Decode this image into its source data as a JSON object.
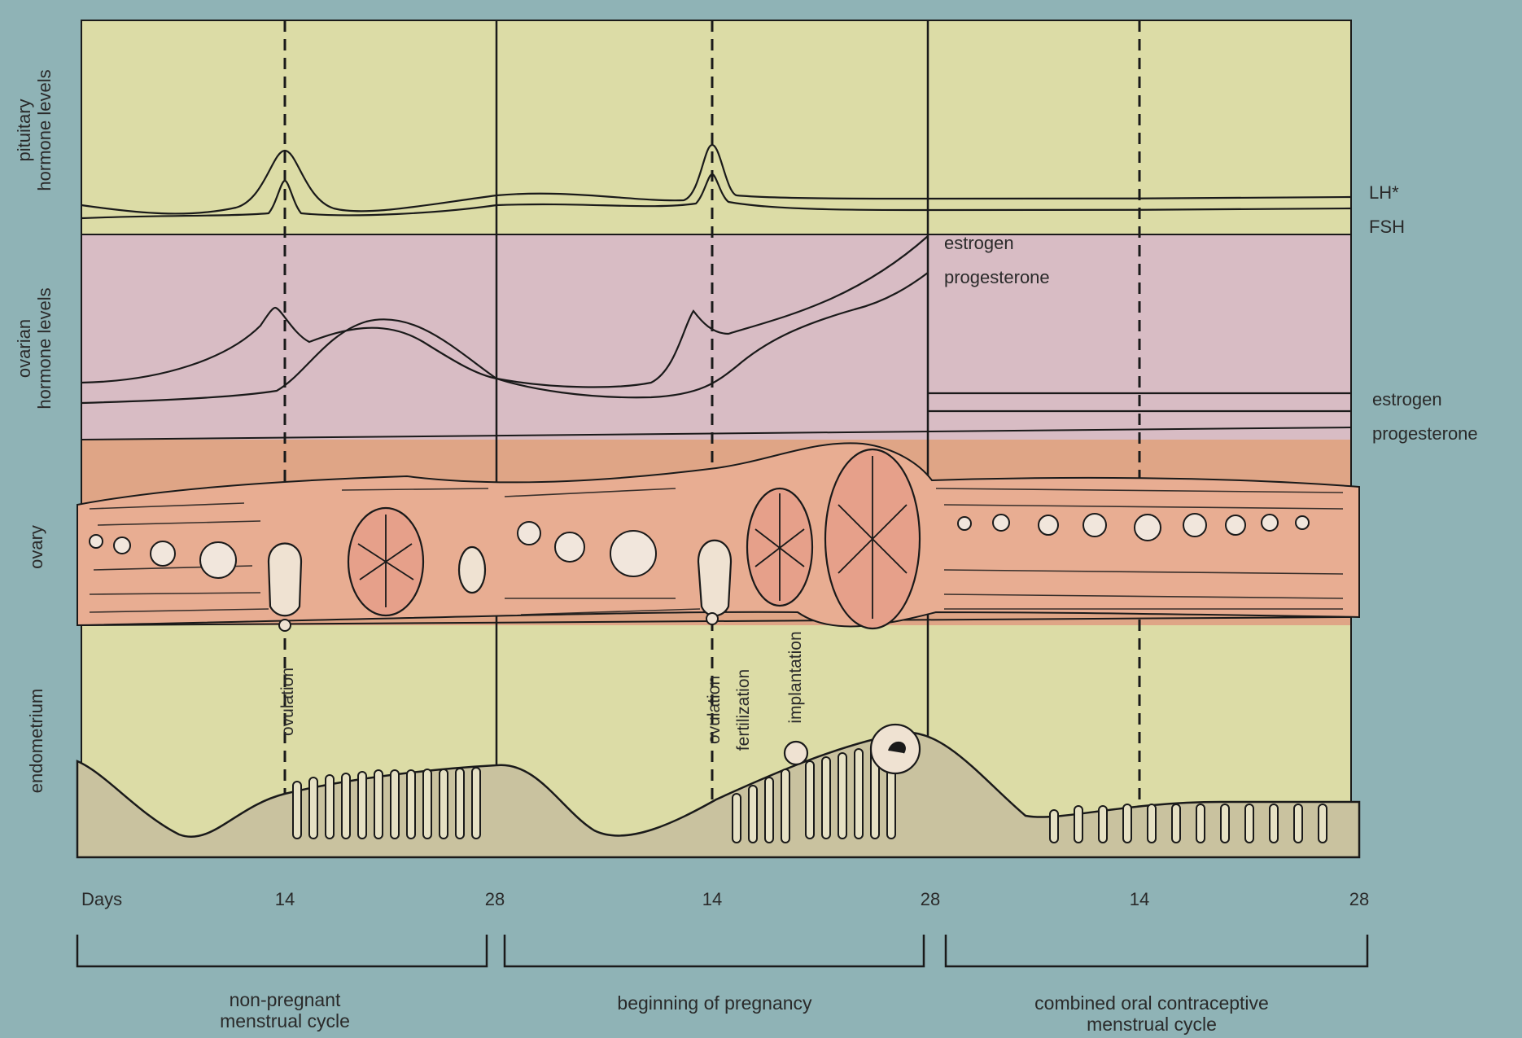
{
  "row_labels": {
    "pituitary_1": "pituitary",
    "pituitary_2": "hormone levels",
    "ovarian_1": "ovarian",
    "ovarian_2": "hormone levels",
    "ovary": "ovary",
    "endometrium": "endometrium"
  },
  "right_labels": {
    "lh": "LH*",
    "fsh": "FSH",
    "estrogen": "estrogen",
    "progesterone": "progesterone"
  },
  "inline_labels": {
    "estrogen": "estrogen",
    "progesterone": "progesterone"
  },
  "events": {
    "ovulation_1": "ovulation",
    "ovulation_2": "ovulation",
    "fertilization": "fertilization",
    "implantation": "implantation"
  },
  "days": {
    "label": "Days",
    "d14a": "14",
    "d28a": "28",
    "d14b": "14",
    "d28b": "28",
    "d14c": "14",
    "d28c": "28"
  },
  "cycles": {
    "c1_line1": "non-pregnant",
    "c1_line2": "menstrual cycle",
    "c2": "beginning of pregnancy",
    "c3_line1": "combined oral contraceptive",
    "c3_line2": "menstrual cycle"
  },
  "colors": {
    "background": "#8fb3b6",
    "pituitary_band": "#dcdca6",
    "ovarian_band": "#d8bcc4",
    "ovary_band": "#dfa586",
    "endometrium_band": "#dcdca6",
    "line": "#1a1a1a"
  }
}
